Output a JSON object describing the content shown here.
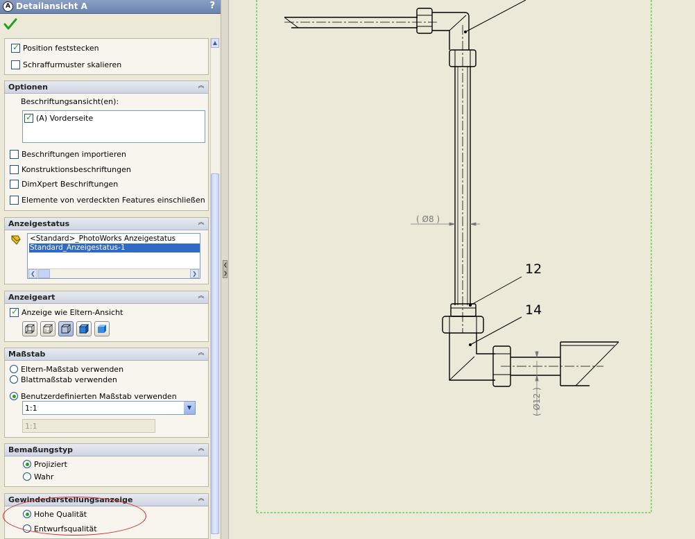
{
  "window": {
    "title": "Detailansicht A",
    "help_label": "?"
  },
  "sections": {
    "top": {
      "checkboxes": [
        {
          "label": "Position feststecken",
          "checked": true
        },
        {
          "label": "Schraffurmuster skalieren",
          "checked": false
        }
      ]
    },
    "optionen": {
      "title": "Optionen",
      "list_label": "Beschriftungsansicht(en):",
      "list_items": [
        {
          "label": "(A) Vorderseite",
          "checked": true
        }
      ],
      "checkboxes": [
        {
          "label": "Beschriftungen importieren",
          "checked": false
        },
        {
          "label": "Konstruktionsbeschriftungen",
          "checked": false
        },
        {
          "label": "DimXpert Beschriftungen",
          "checked": false
        },
        {
          "label": "Elemente von verdeckten Features einschließen",
          "checked": false
        }
      ]
    },
    "anzeigestatus": {
      "title": "Anzeigestatus",
      "items": [
        {
          "label": "<Standard>_PhotoWorks Anzeigestatus",
          "selected": false
        },
        {
          "label": "Standard_Anzeigestatus-1",
          "selected": true
        }
      ]
    },
    "anzeigeart": {
      "title": "Anzeigeart",
      "checkbox": {
        "label": "Anzeige wie Eltern-Ansicht",
        "checked": true
      },
      "buttons": [
        "wireframe",
        "hidden-lines-visible",
        "hidden-lines-removed",
        "shaded-with-edges",
        "shaded"
      ],
      "active_button": "hidden-lines-removed"
    },
    "massstab": {
      "title": "Maßstab",
      "options": [
        {
          "label": "Eltern-Maßstab verwenden",
          "selected": false
        },
        {
          "label": "Blattmaßstab verwenden",
          "selected": false
        },
        {
          "label": "Benutzerdefinierten Maßstab verwenden",
          "selected": true
        }
      ],
      "combo_value": "1:1",
      "text_value": "1:1"
    },
    "bemassungstyp": {
      "title": "Bemaßungstyp",
      "options": [
        {
          "label": "Projiziert",
          "selected": true
        },
        {
          "label": "Wahr",
          "selected": false
        }
      ]
    },
    "gewinde": {
      "title": "Gewindedarstellungsanzeige",
      "options": [
        {
          "label": "Hohe Qualität",
          "selected": true
        },
        {
          "label": "Entwurfsqualität",
          "selected": false
        }
      ]
    }
  },
  "drawing": {
    "dim_small": "( Ø8 )",
    "dim_large": "( Ø12 )",
    "balloon_1": "12",
    "balloon_2": "14"
  },
  "colors": {
    "titlebar": "#7b90b8",
    "selection": "#316ac5",
    "check_green": "#21a121",
    "highlight_red": "#d22525",
    "sheet_border": "#22c422"
  }
}
